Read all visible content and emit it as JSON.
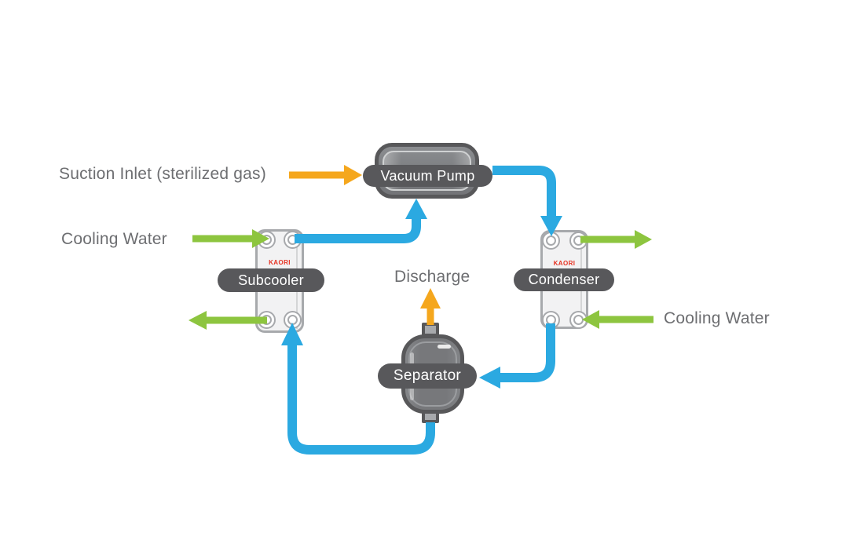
{
  "diagram": {
    "type": "process-flow",
    "labels": {
      "suction_inlet": "Suction Inlet (sterilized gas)",
      "cooling_water_left": "Cooling Water",
      "cooling_water_right": "Cooling Water",
      "discharge": "Discharge"
    },
    "components": {
      "vacuum_pump": {
        "label": "Vacuum Pump"
      },
      "subcooler": {
        "label": "Subcooler",
        "brand": "KAORI"
      },
      "condenser": {
        "label": "Condenser",
        "brand": "KAORI"
      },
      "separator": {
        "label": "Separator"
      }
    },
    "colors": {
      "pipe_blue": "#2BA9E1",
      "cooling_green": "#8DC53F",
      "process_orange": "#F5A71D",
      "label_band_gray": "#58585B",
      "vessel_gray": "#77787B",
      "plate_fill": "#F2F2F3",
      "plate_border": "#A7A9AC",
      "text_gray": "#6D6E71",
      "brand_red": "#E63323"
    }
  }
}
